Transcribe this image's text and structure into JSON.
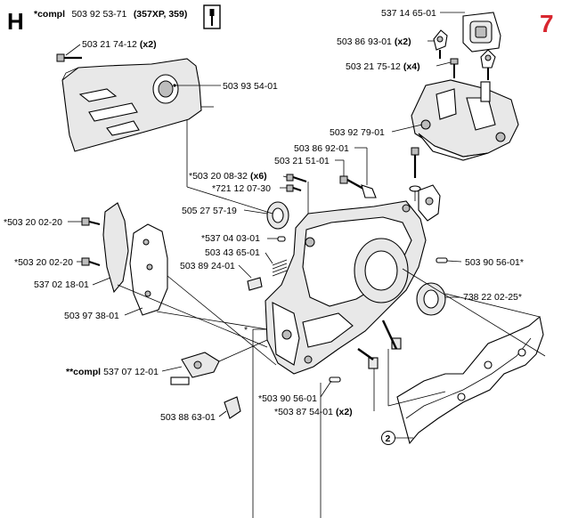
{
  "header": {
    "section_letter": "H",
    "page_number": "7",
    "page_number_color": "#d8262f",
    "kit_prefix": "*compl",
    "kit_number": "503 92 53-71",
    "kit_models": "(357XP, 359)",
    "tool_icon": "screwdriver-icon"
  },
  "callouts": [
    {
      "id": "503-21-74-12",
      "number": "503 21 74-12",
      "qty": "(x2)"
    },
    {
      "id": "503-93-54-01",
      "number": "503 93 54-01"
    },
    {
      "id": "537-14-65-01",
      "number": "537 14 65-01"
    },
    {
      "id": "503-86-93-01",
      "number": "503 86 93-01",
      "qty": "(x2)"
    },
    {
      "id": "503-21-75-12",
      "number": "503 21 75-12",
      "qty": "(x4)"
    },
    {
      "id": "503-92-79-01",
      "number": "503 92 79-01"
    },
    {
      "id": "503-86-92-01",
      "number": "503 86 92-01"
    },
    {
      "id": "503-21-51-01",
      "number": "503 21 51-01"
    },
    {
      "id": "503-20-08-32",
      "number": "*503 20 08-32",
      "qty": "(x6)"
    },
    {
      "id": "721-12-07-30",
      "number": "*721 12 07-30"
    },
    {
      "id": "505-27-57-19",
      "number": "505 27 57-19"
    },
    {
      "id": "503-20-02-20-a",
      "number": "*503 20 02-20"
    },
    {
      "id": "537-04-03-01",
      "number": "*537 04 03-01"
    },
    {
      "id": "503-43-65-01",
      "number": "503 43 65-01"
    },
    {
      "id": "503-89-24-01",
      "number": "503 89 24-01"
    },
    {
      "id": "503-20-02-20-b",
      "number": "*503 20 02-20"
    },
    {
      "id": "537-02-18-01",
      "number": "537 02 18-01"
    },
    {
      "id": "503-90-56-01-a",
      "number": "503 90 56-01*"
    },
    {
      "id": "738-22-02-25",
      "number": "738 22 02-25*"
    },
    {
      "id": "503-97-38-01",
      "number": "503 97 38-01"
    },
    {
      "id": "537-07-12-01",
      "number": "537 07 12-01",
      "prefix": "**compl"
    },
    {
      "id": "503-90-56-01-b",
      "number": "*503 90 56-01"
    },
    {
      "id": "503-87-54-01",
      "number": "*503 87 54-01",
      "qty": "(x2)"
    },
    {
      "id": "503-88-63-01",
      "number": "503 88 63-01"
    }
  ],
  "markers": {
    "crankcase_asterisk": "*",
    "gasket_ref": "2"
  }
}
